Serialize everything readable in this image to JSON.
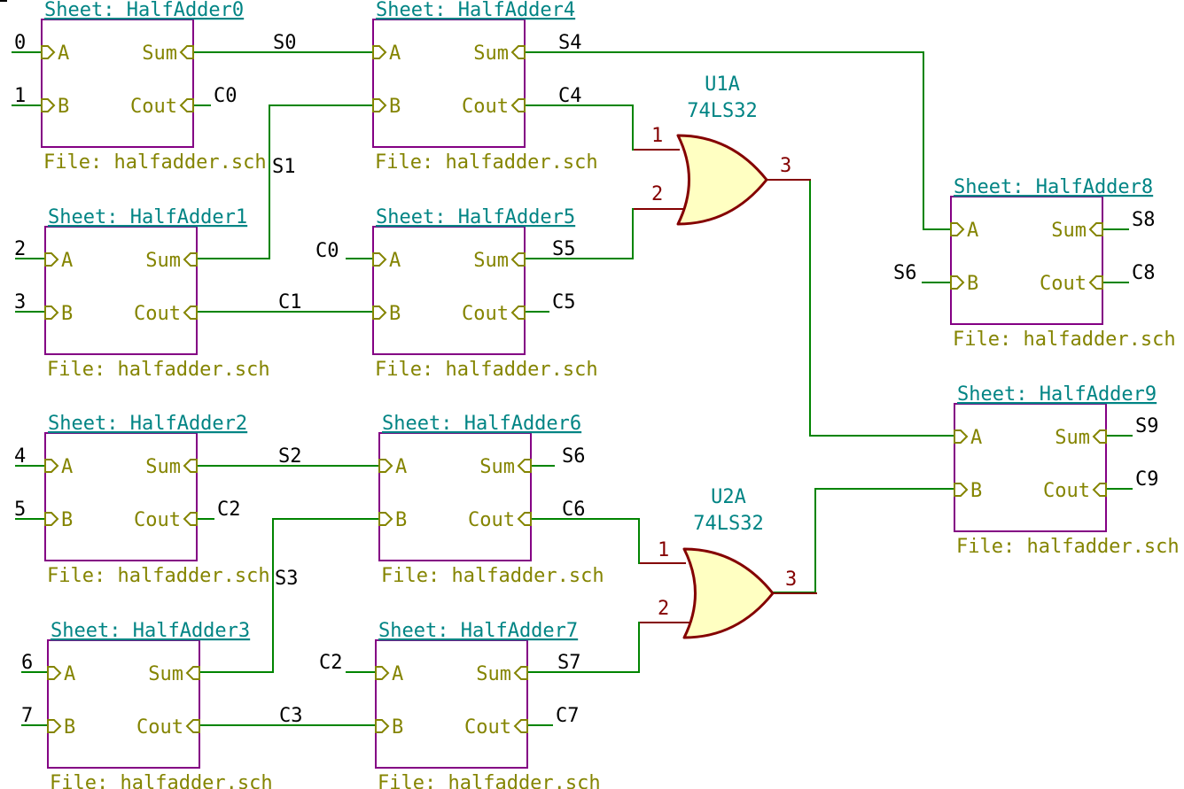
{
  "sheets": [
    {
      "name": "Sheet: HalfAdder0",
      "file": "File: halfadder.sch",
      "pins": [
        "A",
        "B",
        "Sum",
        "Cout"
      ]
    },
    {
      "name": "Sheet: HalfAdder1",
      "file": "File: halfadder.sch",
      "pins": [
        "A",
        "B",
        "Sum",
        "Cout"
      ]
    },
    {
      "name": "Sheet: HalfAdder2",
      "file": "File: halfadder.sch",
      "pins": [
        "A",
        "B",
        "Sum",
        "Cout"
      ]
    },
    {
      "name": "Sheet: HalfAdder3",
      "file": "File: halfadder.sch",
      "pins": [
        "A",
        "B",
        "Sum",
        "Cout"
      ]
    },
    {
      "name": "Sheet: HalfAdder4",
      "file": "File: halfadder.sch",
      "pins": [
        "A",
        "B",
        "Sum",
        "Cout"
      ]
    },
    {
      "name": "Sheet: HalfAdder5",
      "file": "File: halfadder.sch",
      "pins": [
        "A",
        "B",
        "Sum",
        "Cout"
      ]
    },
    {
      "name": "Sheet: HalfAdder6",
      "file": "File: halfadder.sch",
      "pins": [
        "A",
        "B",
        "Sum",
        "Cout"
      ]
    },
    {
      "name": "Sheet: HalfAdder7",
      "file": "File: halfadder.sch",
      "pins": [
        "A",
        "B",
        "Sum",
        "Cout"
      ]
    },
    {
      "name": "Sheet: HalfAdder8",
      "file": "File: halfadder.sch",
      "pins": [
        "A",
        "B",
        "Sum",
        "Cout"
      ]
    },
    {
      "name": "Sheet: HalfAdder9",
      "file": "File: halfadder.sch",
      "pins": [
        "A",
        "B",
        "Sum",
        "Cout"
      ]
    }
  ],
  "gates": [
    {
      "ref": "U1A",
      "value": "74LS32",
      "pins": [
        "1",
        "2",
        "3"
      ]
    },
    {
      "ref": "U2A",
      "value": "74LS32",
      "pins": [
        "1",
        "2",
        "3"
      ]
    }
  ],
  "net_labels": [
    "0",
    "1",
    "2",
    "3",
    "4",
    "5",
    "6",
    "7",
    "C0",
    "C0",
    "C1",
    "C2",
    "C2",
    "C3",
    "C4",
    "C5",
    "C6",
    "C7",
    "C8",
    "C9",
    "S0",
    "S1",
    "S2",
    "S3",
    "S4",
    "S5",
    "S6",
    "S6",
    "S7",
    "S8",
    "S9"
  ],
  "colors": {
    "sheet_box": "#840084",
    "sheet_name": "#008484",
    "sheet_file": "#848400",
    "pin": "#848400",
    "wire": "#008400",
    "gate": "#840000",
    "gate_fill": "#ffffc2",
    "net_label": "#000000",
    "background": "#ffffff"
  }
}
